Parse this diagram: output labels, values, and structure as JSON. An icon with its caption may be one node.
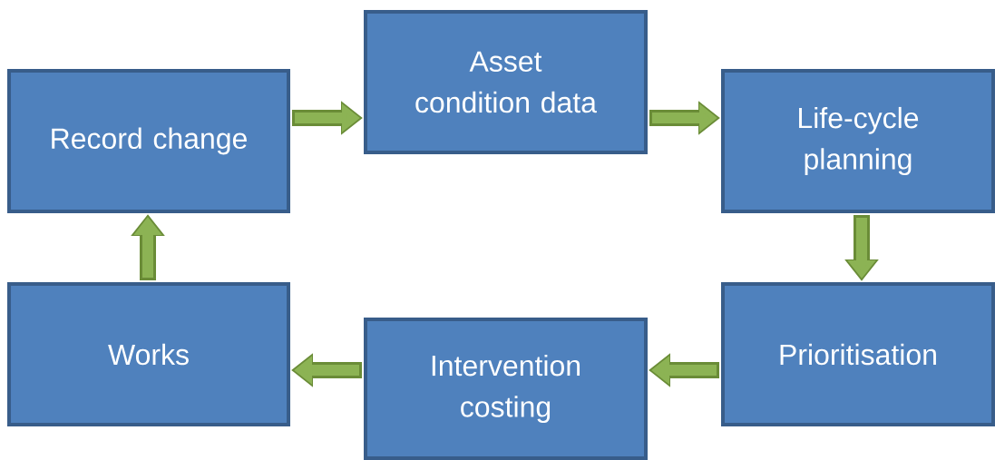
{
  "diagram": {
    "nodes": [
      {
        "text": [
          "Record change"
        ]
      },
      {
        "text": [
          "Asset condition data"
        ]
      },
      {
        "text": [
          "Life-cycle planning"
        ]
      },
      {
        "text": [
          "Prioritisation"
        ]
      },
      {
        "text": [
          "Intervention costing"
        ]
      },
      {
        "text": [
          "Works"
        ]
      }
    ],
    "edges": [
      {
        "from": 0,
        "to": 1,
        "arrow": "to"
      },
      {
        "from": 1,
        "to": 2,
        "arrow": "to"
      },
      {
        "from": 2,
        "to": 3,
        "arrow": "to"
      },
      {
        "from": 3,
        "to": 4,
        "arrow": "to"
      },
      {
        "from": 4,
        "to": 5,
        "arrow": "to"
      },
      {
        "from": 5,
        "to": 0,
        "arrow": "to"
      }
    ]
  }
}
